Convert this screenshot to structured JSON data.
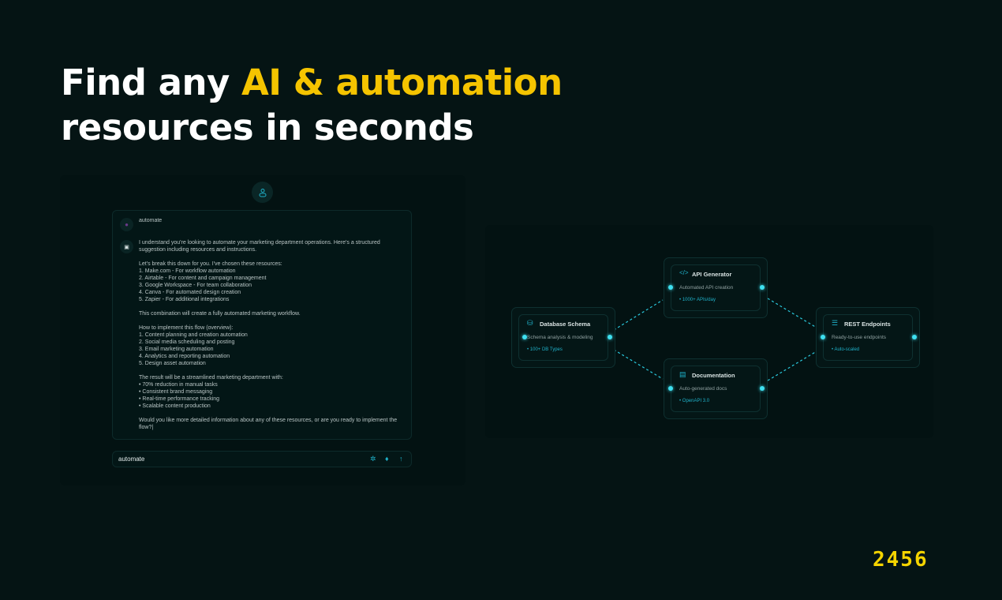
{
  "headline": {
    "line1_pre": "Find any ",
    "line1_highlight": "AI & automation",
    "line2": "resources in seconds"
  },
  "chat": {
    "user_message": "automate",
    "reply": "I understand you're looking to automate your marketing department operations. Here's a structured suggestion including resources and instructions.\n\nLet's break this down for you. I've chosen these resources:\n1. Make.com - For workflow automation\n2. Airtable - For content and campaign management\n3. Google Workspace - For team collaboration\n4. Canva - For automated design creation\n5. Zapier - For additional integrations\n\nThis combination will create a fully automated marketing workflow.\n\nHow to implement this flow (overview):\n1. Content planning and creation automation\n2. Social media scheduling and posting\n3. Email marketing automation\n4. Analytics and reporting automation\n5. Design asset automation\n\nThe result will be a streamlined marketing department with:\n• 70% reduction in manual tasks\n• Consistent brand messaging\n• Real-time performance tracking\n• Scalable content production\n\nWould you like more detailed information about any of these resources, or are you ready to implement the flow?|",
    "input_value": "automate"
  },
  "flow": {
    "nodes": [
      {
        "title": "Database Schema",
        "desc": "Schema analysis & modeling",
        "badge": "100+ DB Types",
        "icon": "database-icon"
      },
      {
        "title": "API Generator",
        "desc": "Automated API creation",
        "badge": "1000+ APIs/day",
        "icon": "code-icon"
      },
      {
        "title": "Documentation",
        "desc": "Auto-generated docs",
        "badge": "OpenAPI 3.0",
        "icon": "document-icon"
      },
      {
        "title": "REST Endpoints",
        "desc": "Ready-to-use endpoints",
        "badge": "Auto-scaled",
        "icon": "server-icon"
      }
    ]
  },
  "logo": "2456",
  "colors": {
    "accent": "#f5c400",
    "cyan": "#1fb0c8",
    "bg": "#051414"
  }
}
